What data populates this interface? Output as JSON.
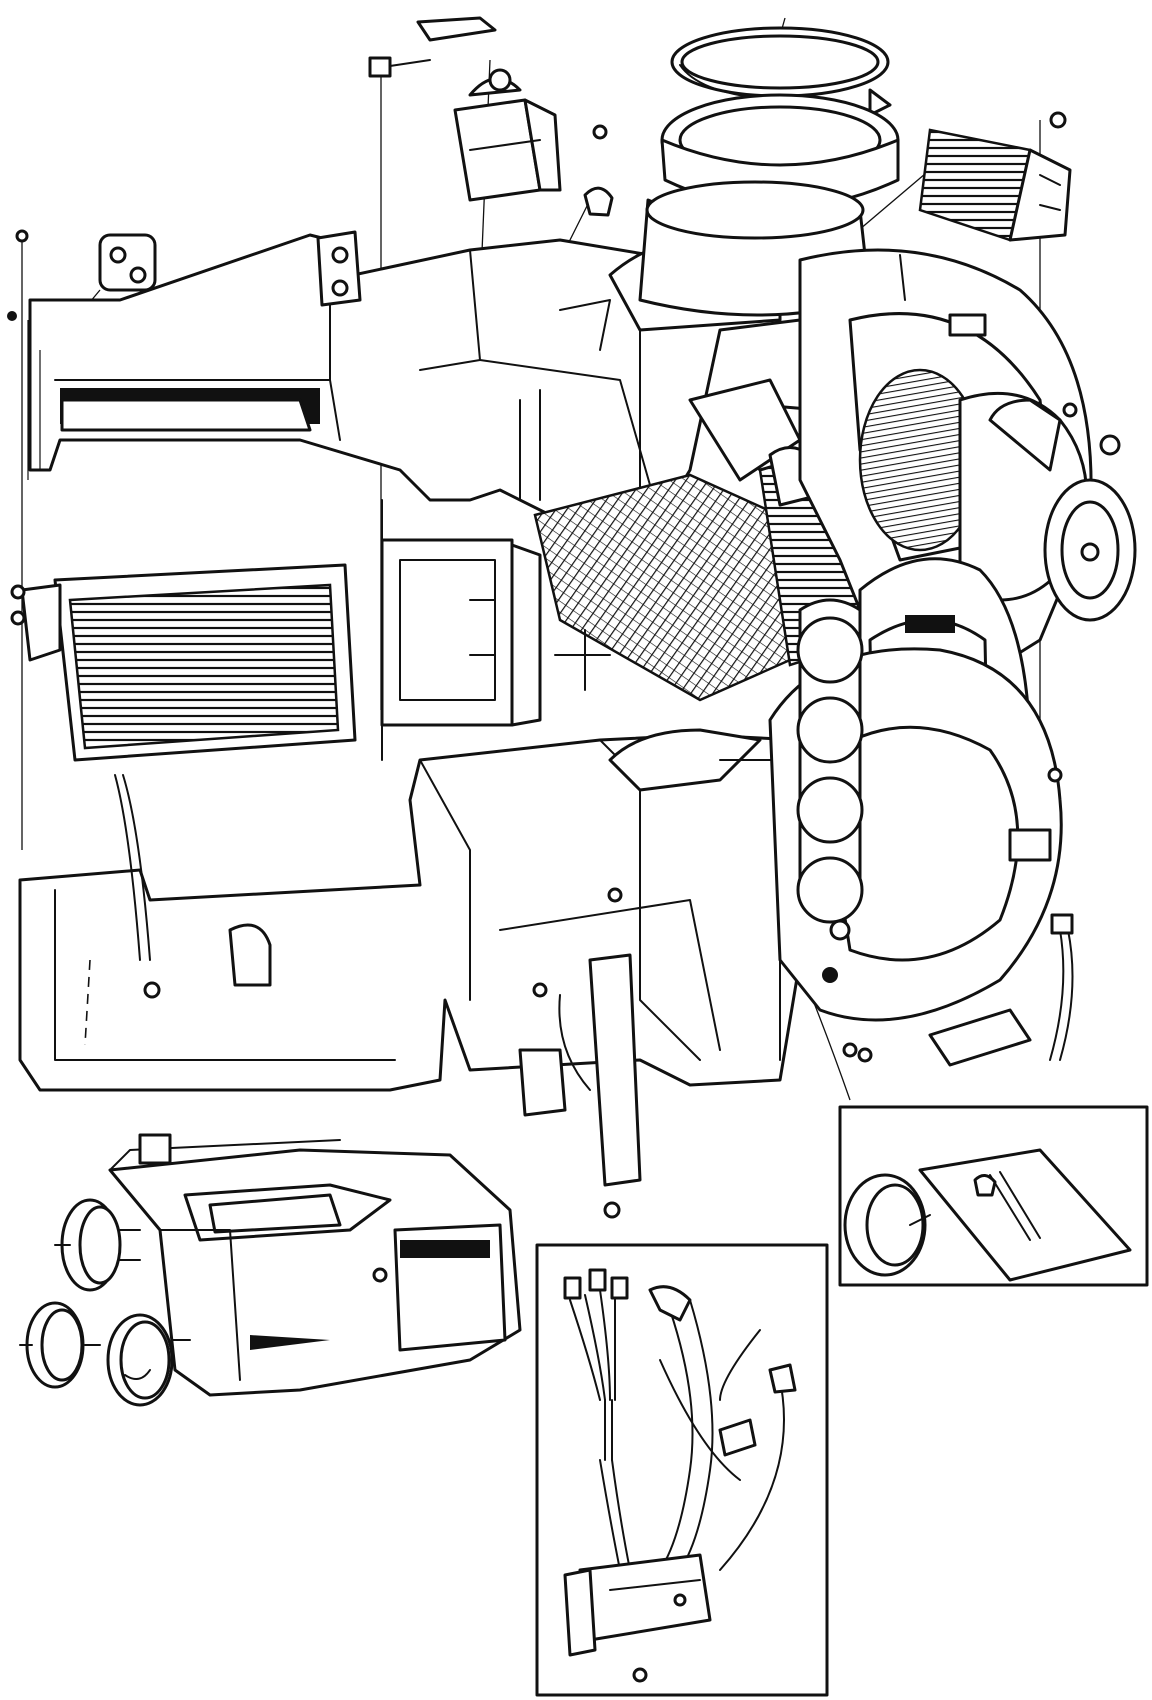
{
  "diagram": {
    "kind": "exploded-parts-illustration",
    "line_color": "#111111",
    "background": "#ffffff",
    "components": [
      {
        "id": "blower-resistor",
        "icon": "resistor-block-icon"
      },
      {
        "id": "duct-clamp-ring",
        "icon": "clamp-ring-icon"
      },
      {
        "id": "duct-seal",
        "icon": "seal-ring-icon"
      },
      {
        "id": "air-inlet-duct",
        "icon": "duct-icon"
      },
      {
        "id": "vacuum-tank",
        "icon": "canister-icon"
      },
      {
        "id": "upper-housing",
        "icon": "housing-icon"
      },
      {
        "id": "heater-core",
        "icon": "heater-core-icon"
      },
      {
        "id": "evaporator-core",
        "icon": "evaporator-icon"
      },
      {
        "id": "blend-door",
        "icon": "door-frame-icon"
      },
      {
        "id": "blower-housing",
        "icon": "blower-housing-icon"
      },
      {
        "id": "blower-motor-fan",
        "icon": "fan-icon"
      },
      {
        "id": "blower-cover",
        "icon": "cover-icon"
      },
      {
        "id": "lower-housing",
        "icon": "housing-icon"
      },
      {
        "id": "vacuum-actuator-assembly",
        "icon": "actuator-icon"
      },
      {
        "id": "wiring-harness-inset",
        "icon": "wiring-harness-icon"
      },
      {
        "id": "vacuum-door-inset",
        "icon": "vacuum-door-icon"
      }
    ]
  }
}
